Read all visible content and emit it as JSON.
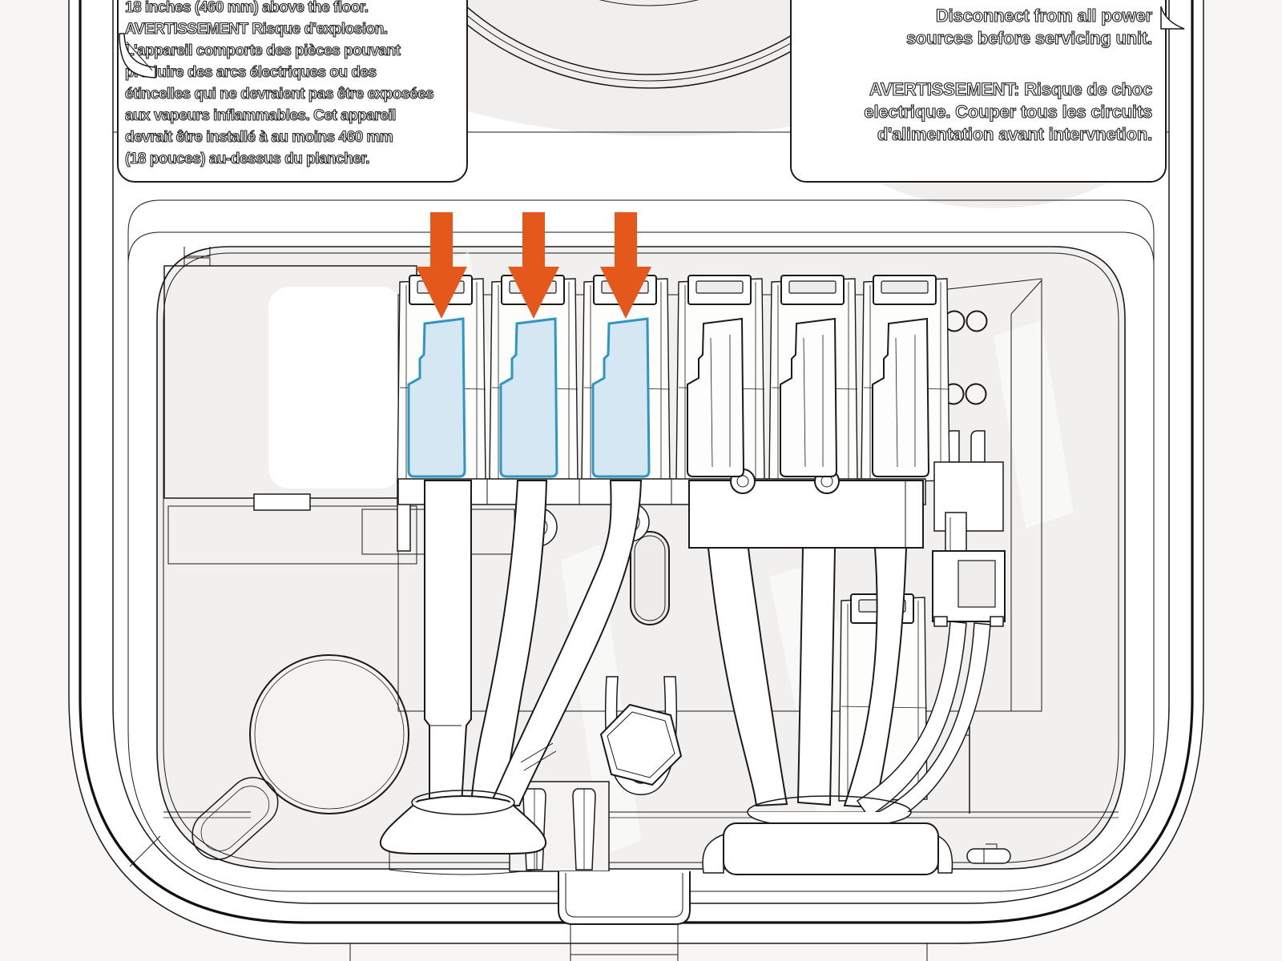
{
  "colors": {
    "line": "#1a1a1a",
    "background": "#f7f6f4",
    "panel_gray": "#f1f0ee",
    "white": "#ffffff",
    "highlight_fill": "#d4e7f2",
    "highlight_stroke": "#2f96c4",
    "arrow_orange": "#e5581b"
  },
  "labels": {
    "left_warning": {
      "lines": [
        "18 inches (460 mm) above the floor.",
        "AVERTISSEMENT Risque d'explosion.",
        "L'appareil comporte des pièces pouvant",
        "produire des arcs électriques ou des",
        "étincelles qui ne devraient pas être exposées",
        "aux vapeurs inflammables. Cet appareil",
        "devrait être installé à au moins 460 mm",
        "(18 pouces) au-dessus du plancher."
      ]
    },
    "right_warning": {
      "lines": [
        "Disconnect from all power",
        "sources before servicing unit.",
        "AVERTISSEMENT: Risque de choc",
        "electrique. Couper tous les circuits",
        "d'alimentation avant intervnetion."
      ]
    }
  },
  "diagram": {
    "arrows": {
      "count": 3,
      "direction": "down",
      "color": "#e5581b"
    },
    "terminals": {
      "total": 6,
      "highlighted": 3
    }
  }
}
